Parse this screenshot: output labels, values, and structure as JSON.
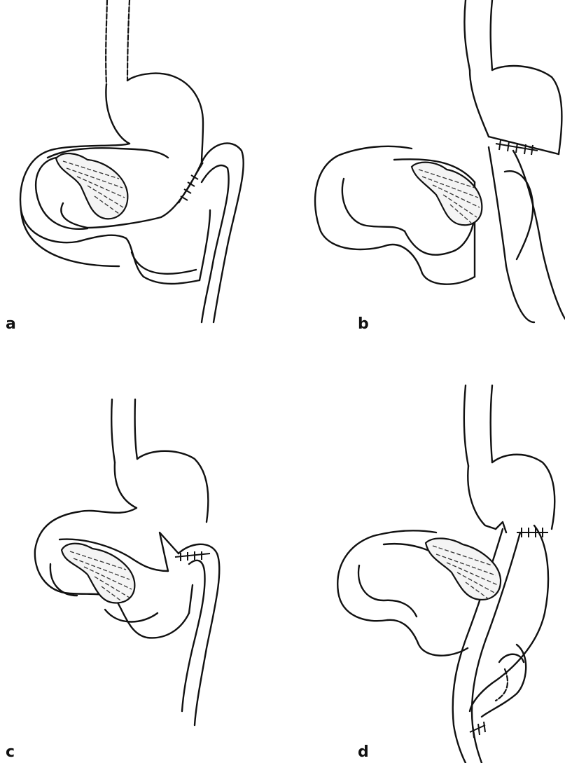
{
  "panels": [
    {
      "label": "a",
      "suture_icon": "suture-line-icon"
    },
    {
      "label": "b",
      "suture_icon": "suture-line-icon"
    },
    {
      "label": "c",
      "suture_icon": "suture-line-icon"
    },
    {
      "label": "d",
      "suture_icon": "suture-line-icon"
    }
  ],
  "colors": {
    "ink": "#111111",
    "background": "#ffffff"
  }
}
